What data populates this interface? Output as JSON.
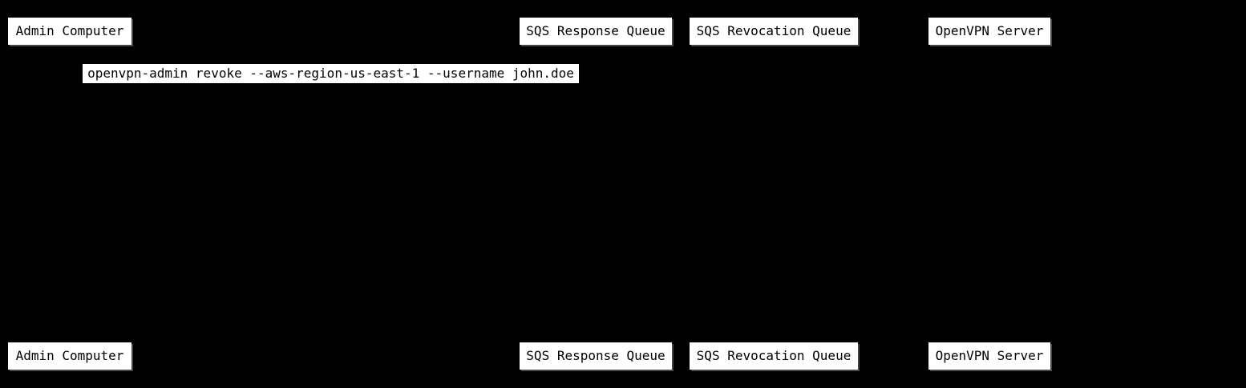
{
  "diagram_type": "sequence-diagram",
  "colors": {
    "page_background": "#000000",
    "box_fill": "#ffffff",
    "box_text": "#000000",
    "box_shadow": "#828282",
    "message_band_fill": "#ffffff",
    "message_text": "#000000"
  },
  "participants": [
    "Admin Computer",
    "SQS Response Queue",
    "SQS Revocation Queue",
    "OpenVPN Server"
  ],
  "message": {
    "command": "openvpn-admin revoke --aws-region-us-east-1 --username john.doe"
  }
}
